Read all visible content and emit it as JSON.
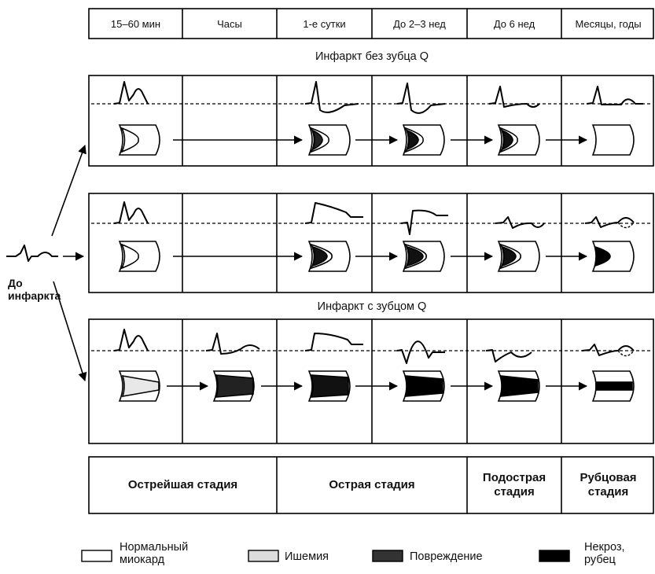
{
  "time_headers": [
    "15–60 мин",
    "Часы",
    "1-е сутки",
    "До 2–3 нед",
    "До 6 нед",
    "Месяцы, годы"
  ],
  "sections": {
    "no_q": "Инфаркт без зубца Q",
    "with_q": "Инфаркт с зубцом Q"
  },
  "before_infarction": {
    "line1": "До",
    "line2": "инфаркта"
  },
  "stages": [
    "Острейшая стадия",
    "Острая стадия",
    "Подострая стадия",
    "Рубцовая стадия"
  ],
  "legend": [
    {
      "label": "Нормальный\nмиокард",
      "fill": "#ffffff"
    },
    {
      "label": "Ишемия",
      "fill": "#dcdcdc"
    },
    {
      "label": "Повреждение",
      "fill": "#333333"
    },
    {
      "label": "Некроз,\nрубец",
      "fill": "#000000"
    }
  ]
}
